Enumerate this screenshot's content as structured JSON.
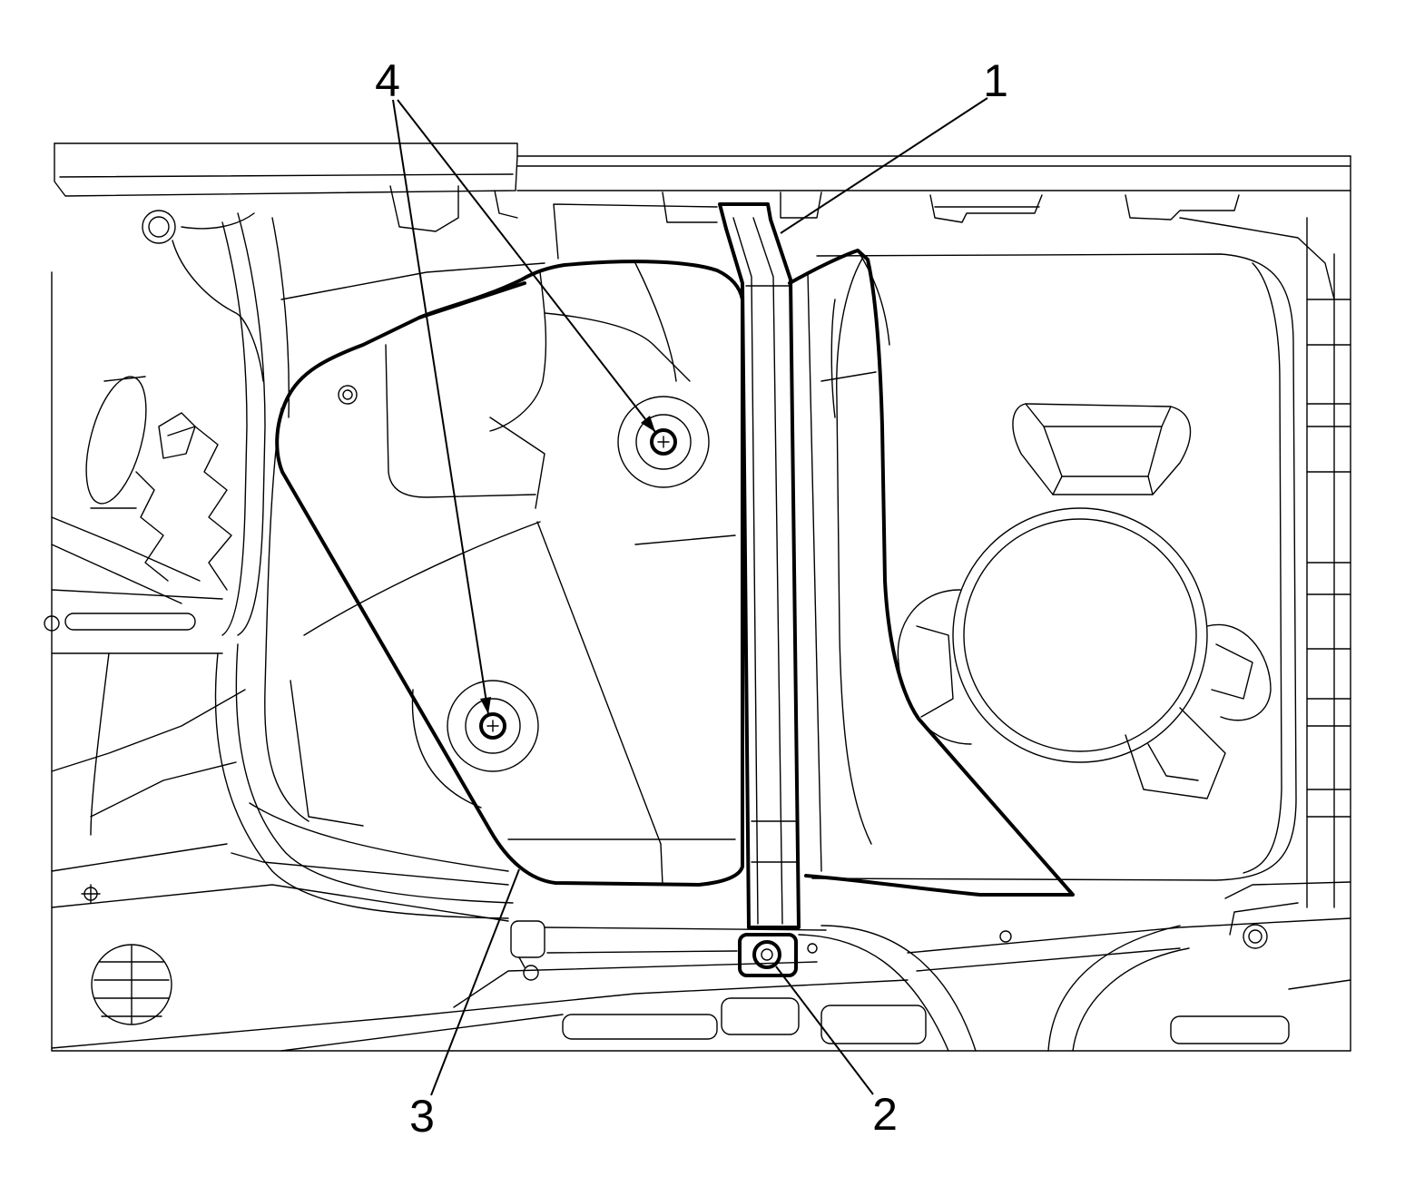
{
  "colors": {
    "line": "#000000",
    "background": "#ffffff"
  },
  "callouts": [
    {
      "label": "1"
    },
    {
      "label": "2"
    },
    {
      "label": "3"
    },
    {
      "label": "4"
    }
  ]
}
